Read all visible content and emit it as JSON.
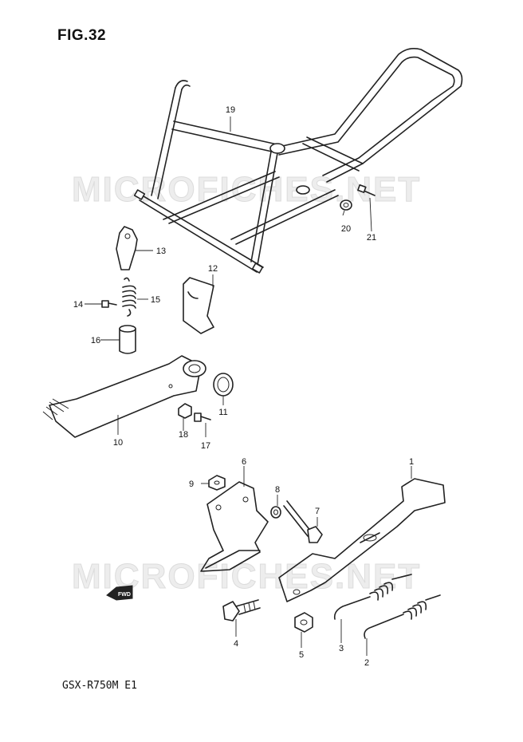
{
  "figure_title": "FIG.32",
  "model_code": "GSX-R750M E1",
  "watermark_text": "MICROFICHES.NET",
  "fwd_label": "FWD",
  "callouts": {
    "c1": "1",
    "c2": "2",
    "c3": "3",
    "c4": "4",
    "c5": "5",
    "c6": "6",
    "c7": "7",
    "c8": "8",
    "c9": "9",
    "c10": "10",
    "c11": "11",
    "c12": "12",
    "c13": "13",
    "c14": "14",
    "c15": "15",
    "c16": "16",
    "c17": "17",
    "c18": "18",
    "c19": "19",
    "c20": "20",
    "c21": "21"
  }
}
